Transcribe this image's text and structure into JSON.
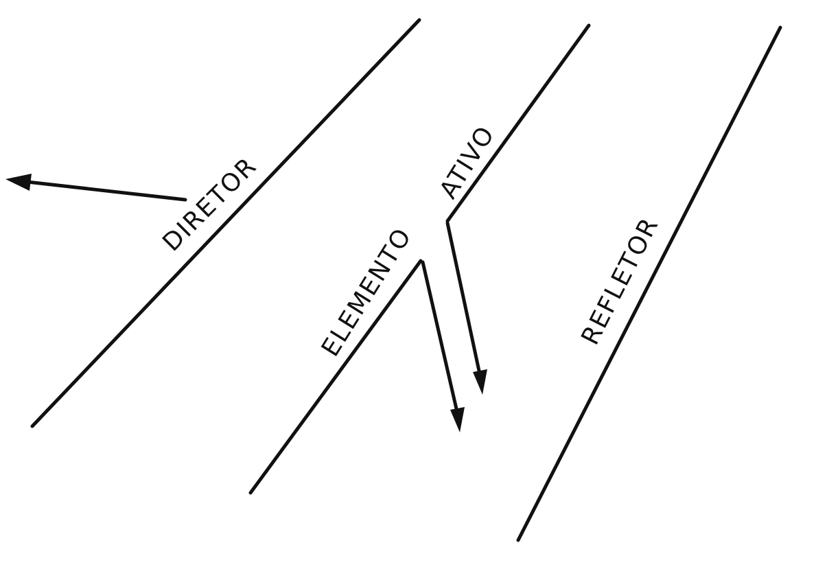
{
  "labels": {
    "director": "DIRETOR",
    "active_element_left": "ELEMENTO",
    "active_element_right": "ATIVO",
    "reflector": "REFLETOR"
  }
}
